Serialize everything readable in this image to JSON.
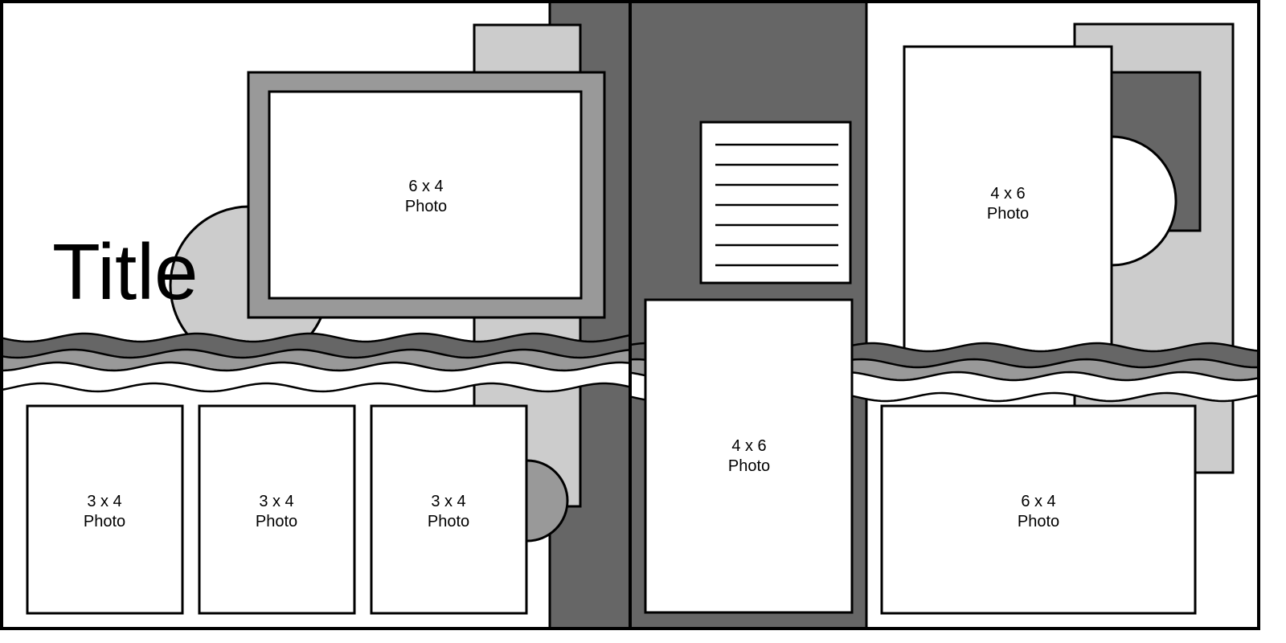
{
  "title": "Title",
  "colors": {
    "dark": "#666666",
    "mid": "#999999",
    "light": "#cccccc",
    "outline": "#000000"
  },
  "left_page": {
    "main_photo": {
      "size": "6 x 4",
      "label": "Photo"
    },
    "small_photos": [
      {
        "size": "3 x 4",
        "label": "Photo"
      },
      {
        "size": "3 x 4",
        "label": "Photo"
      },
      {
        "size": "3 x 4",
        "label": "Photo"
      }
    ]
  },
  "right_page": {
    "journal_box_lines": 7,
    "center_photo": {
      "size": "4 x 6",
      "label": "Photo"
    },
    "top_photo": {
      "size": "4 x 6",
      "label": "Photo"
    },
    "bottom_photo": {
      "size": "6 x 4",
      "label": "Photo"
    }
  }
}
